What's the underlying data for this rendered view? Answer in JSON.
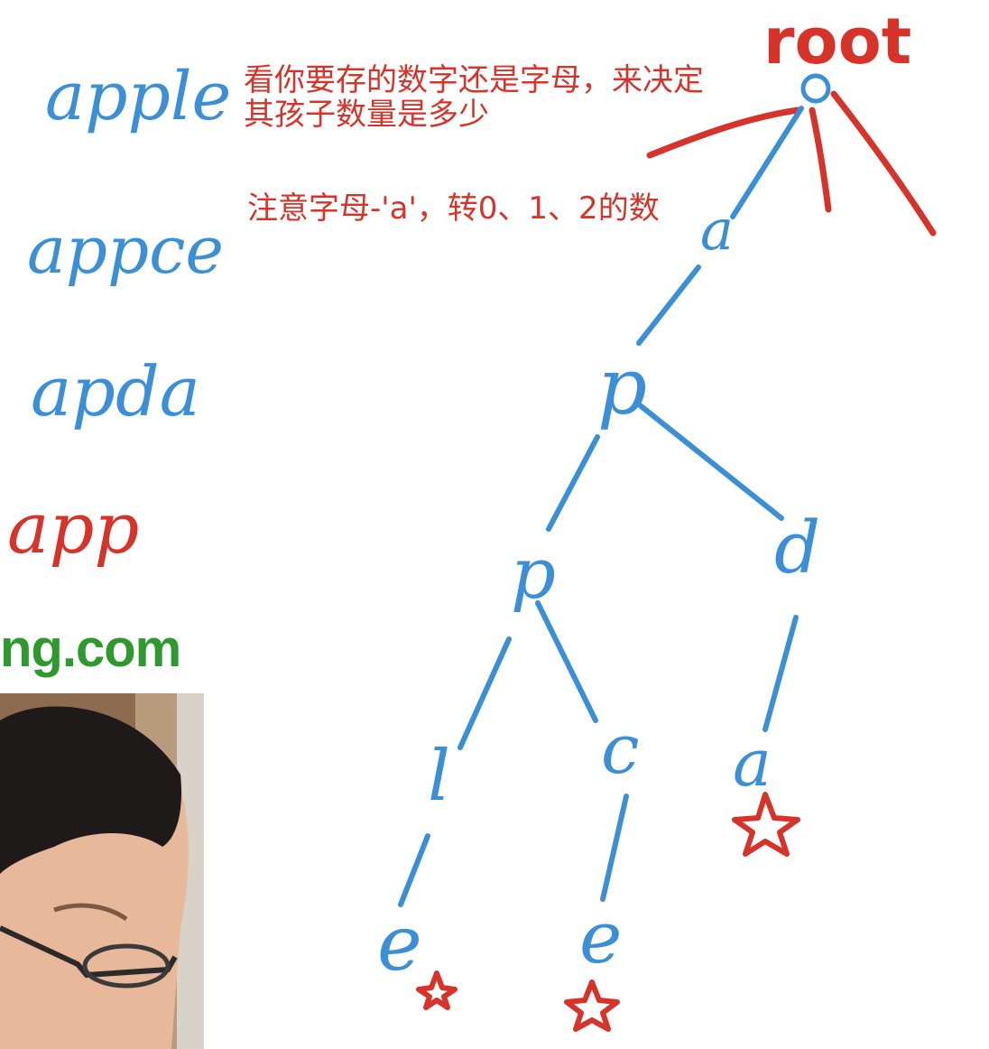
{
  "notes": {
    "line1": "看你要存的数字还是字母，来决定",
    "line2": "其孩子数量是多少",
    "line3": "注意字母-'a'，转0、1、2的数"
  },
  "words": {
    "blue": [
      "apple",
      "appce",
      "apda"
    ],
    "red": "app"
  },
  "tree": {
    "root_label": "root",
    "node_a": "a",
    "node_p1": "p",
    "node_p2": "p",
    "node_d": "d",
    "node_l": "l",
    "node_c": "c",
    "node_a2": "a",
    "node_e1": "e",
    "node_e2": "e"
  },
  "watermark": "ng.com",
  "colors": {
    "blue_ink": "#3b8fd6",
    "red_ink": "#d8332a",
    "green_watermark": "#2e9a2e"
  }
}
